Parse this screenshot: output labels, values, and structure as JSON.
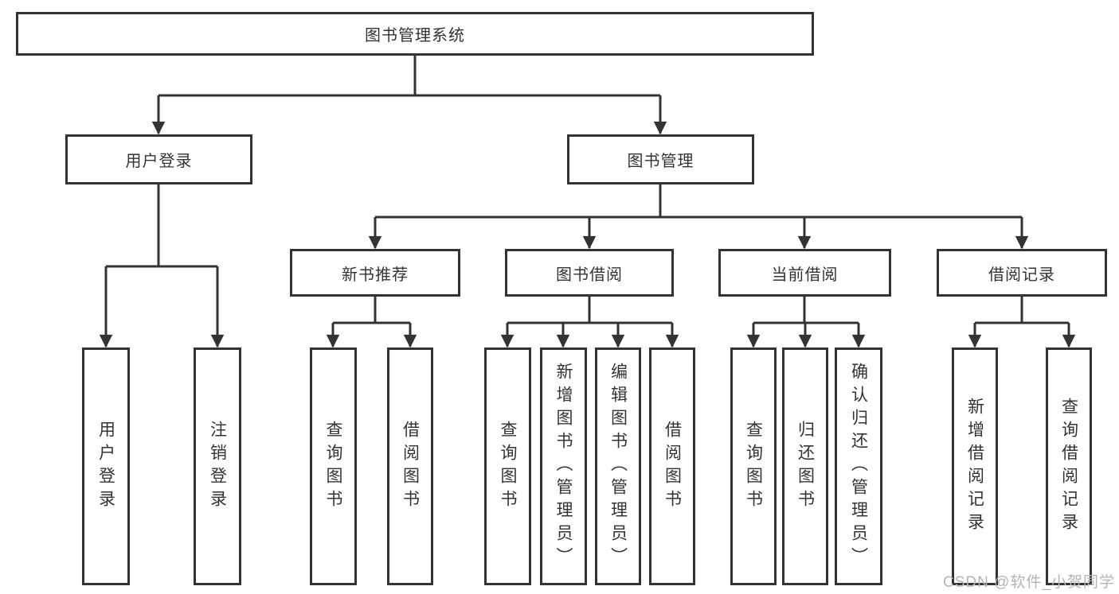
{
  "diagram": {
    "watermark": "CSDN @软件_小贺同学",
    "colors": {
      "line": "#333333",
      "node_border": "#333333",
      "text": "#333333",
      "watermark": "#b5b5b5",
      "background": "#ffffff"
    },
    "tree": {
      "label": "图书管理系统",
      "children": [
        {
          "label": "用户登录",
          "children": [
            {
              "label": "用户登录"
            },
            {
              "label": "注销登录"
            }
          ]
        },
        {
          "label": "图书管理",
          "children": [
            {
              "label": "新书推荐",
              "children": [
                {
                  "label": "查询图书"
                },
                {
                  "label": "借阅图书"
                }
              ]
            },
            {
              "label": "图书借阅",
              "children": [
                {
                  "label": "查询图书"
                },
                {
                  "label": "新增图书（管理员）"
                },
                {
                  "label": "编辑图书（管理员）"
                },
                {
                  "label": "借阅图书"
                }
              ]
            },
            {
              "label": "当前借阅",
              "children": [
                {
                  "label": "查询图书"
                },
                {
                  "label": "归还图书"
                },
                {
                  "label": "确认归还（管理员）"
                }
              ]
            },
            {
              "label": "借阅记录",
              "children": [
                {
                  "label": "新增借阅记录"
                },
                {
                  "label": "查询借阅记录"
                }
              ]
            }
          ]
        }
      ]
    }
  }
}
